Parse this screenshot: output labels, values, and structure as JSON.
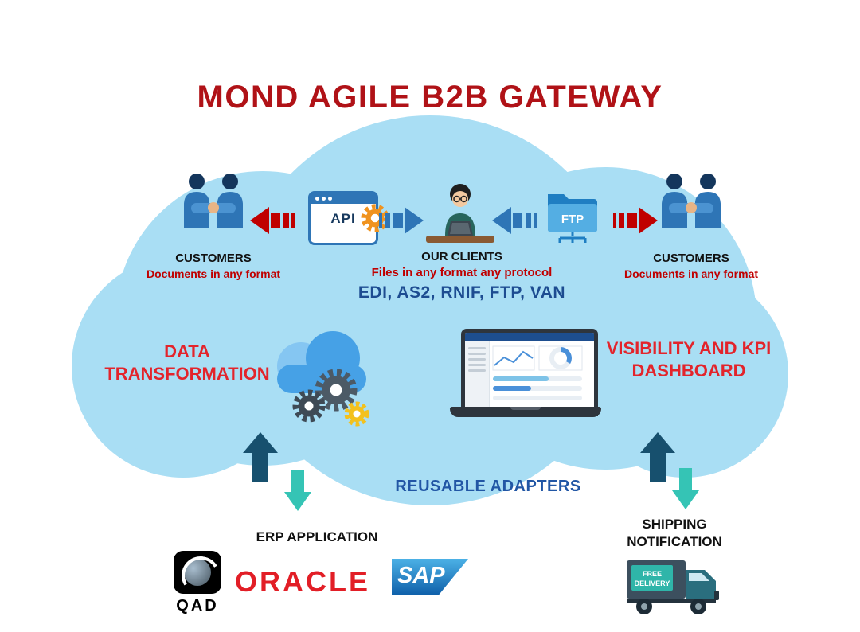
{
  "title": "MOND AGILE B2B GATEWAY",
  "customers_left": {
    "label": "CUSTOMERS",
    "sub": "Documents in any format"
  },
  "customers_right": {
    "label": "CUSTOMERS",
    "sub": "Documents in any format"
  },
  "clients": {
    "label": "OUR CLIENTS",
    "sub": "Files in any format any protocol",
    "protocols": "EDI, AS2, RNIF, FTP, VAN"
  },
  "api": {
    "label": "API"
  },
  "ftp": {
    "label": "FTP"
  },
  "middle": {
    "data_transformation": "DATA TRANSFORMATION",
    "visibility_dashboard": "VISIBILITY AND KPI DASHBOARD"
  },
  "bottom": {
    "reusable_adapters": "REUSABLE ADAPTERS",
    "erp_application": "ERP APPLICATION",
    "shipping_notification": "SHIPPING NOTIFICATION"
  },
  "logos": {
    "qad": "QAD",
    "oracle": "ORACLE",
    "sap": "SAP"
  },
  "truck": {
    "sign_line1": "FREE",
    "sign_line2": "DELIVERY"
  },
  "colors": {
    "cloud": "#a9def4",
    "title_red": "#b01217",
    "accent_red": "#e3242b",
    "arrow_red": "#c00000",
    "arrow_blue": "#2e75b6",
    "navy": "#1d4c91",
    "up_arrow_navy": "#17506e",
    "down_arrow_teal": "#35c4b5"
  },
  "icons": {
    "customers_left": "handshake-icon",
    "api": "api-window-gear-icon",
    "clients": "person-laptop-icon",
    "ftp": "ftp-folder-icon",
    "customers_right": "handshake-icon",
    "transformation": "cloud-gears-icon",
    "dashboard": "laptop-dashboard-icon",
    "shipping": "delivery-truck-icon",
    "qad": "qad-logo",
    "oracle": "oracle-logo",
    "sap": "sap-logo"
  }
}
